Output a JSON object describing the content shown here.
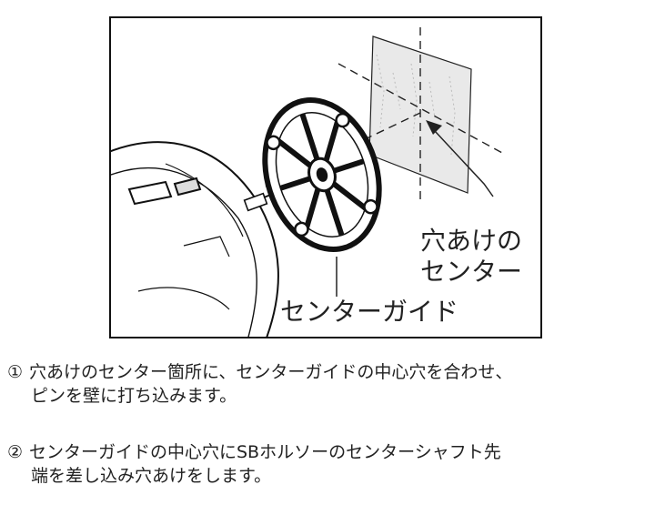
{
  "diagram": {
    "callouts": {
      "hole_center": [
        "穴あけの",
        "センター"
      ],
      "center_guide": "センターガイド"
    }
  },
  "steps": [
    {
      "number": "①",
      "lines": [
        "穴あけのセンター箇所に、センターガイドの中心穴を合わせ、",
        "ピンを壁に打ち込みます。"
      ]
    },
    {
      "number": "②",
      "lines": [
        "センターガイドの中心穴にSBホルソーのセンターシャフト先",
        "端を差し込み穴あけをします。"
      ]
    }
  ]
}
